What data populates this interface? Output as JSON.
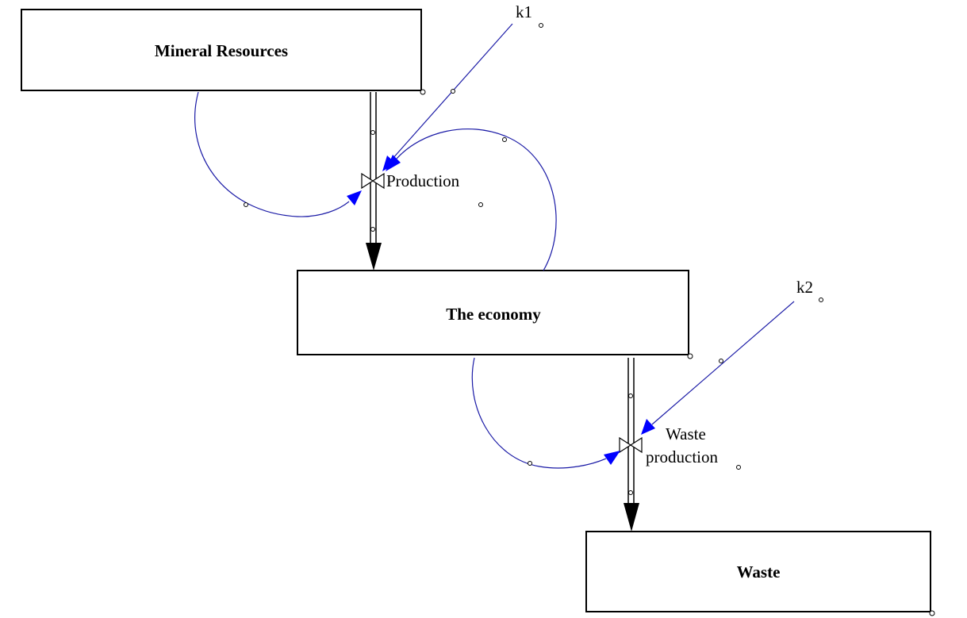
{
  "stocks": {
    "mineral_resources": {
      "label": "Mineral Resources"
    },
    "economy": {
      "label": "The economy"
    },
    "waste": {
      "label": "Waste"
    }
  },
  "flows": {
    "production": {
      "label": "Production"
    },
    "waste_production": {
      "label_line1": "Waste",
      "label_line2": "production"
    }
  },
  "parameters": {
    "k1": {
      "label": "k1"
    },
    "k2": {
      "label": "k2"
    }
  },
  "colors": {
    "stock_border": "#000000",
    "connector": "#1a1aa6",
    "connector_arrow": "#0000ff",
    "flow_arrow": "#000000"
  }
}
